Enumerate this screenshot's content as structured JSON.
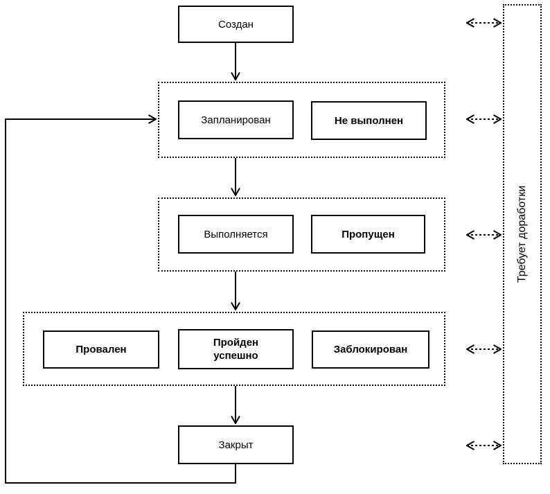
{
  "diagram": {
    "nodes": {
      "created": "Создан",
      "planned": "Запланирован",
      "not_executed": "Не выполнен",
      "in_progress": "Выполняется",
      "skipped": "Пропущен",
      "failed": "Провален",
      "passed": "Пройден\nуспешно",
      "blocked": "Заблокирован",
      "closed": "Закрыт"
    },
    "side_panel_label": "Требует доработки",
    "colors": {
      "line": "#000000",
      "background": "#ffffff",
      "node_background": "#ffffff"
    }
  }
}
